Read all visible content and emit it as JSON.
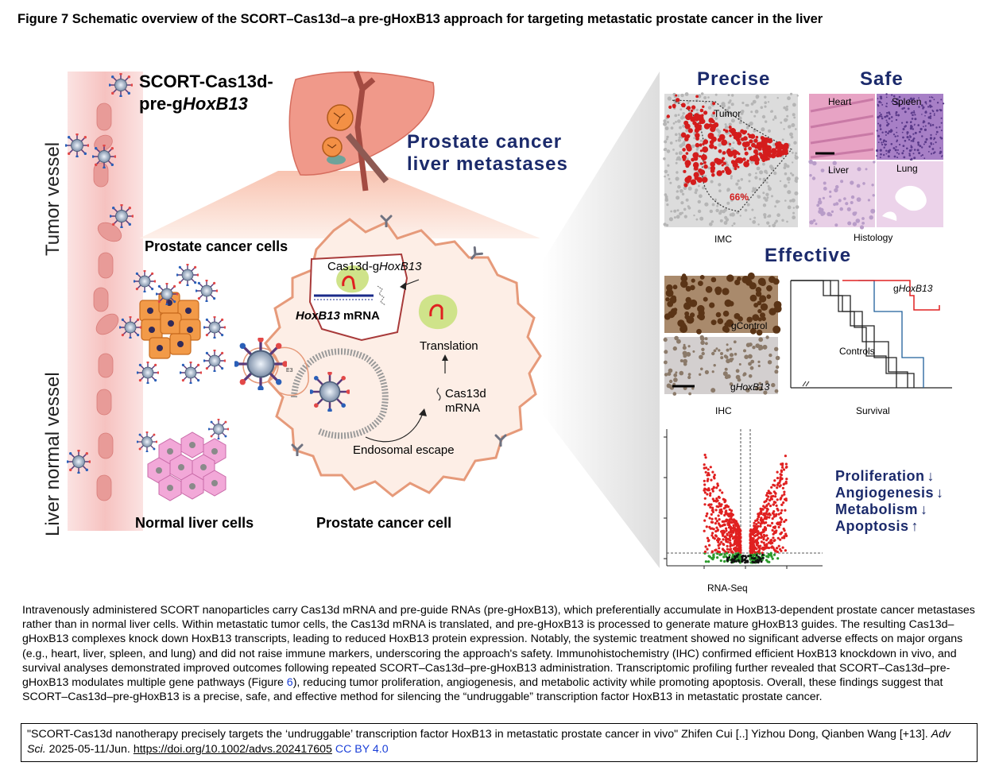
{
  "figure": {
    "title": "Figure 7 Schematic overview of the SCORT–Cas13d–a pre-gHoxB13 approach for targeting metastatic prostate cancer in the liver",
    "left": {
      "product_line1": "SCORT-Cas13d-",
      "product_line2_a": "pre-g",
      "product_line2_b": "HoxB13",
      "vessel_tumor": "Tumor vessel",
      "vessel_normal": "Liver normal vessel",
      "metastases_line1": "Prostate cancer",
      "metastases_line2": "liver metastases",
      "prostate_cells": "Prostate cancer cells",
      "normal_cells": "Normal liver cells",
      "prostate_cell": "Prostate cancer cell",
      "complex_a": "Cas13d-g",
      "complex_b": "HoxB13",
      "mrna_a": "HoxB13",
      "mrna_b": " mRNA",
      "translation": "Translation",
      "cas13d_line1": "Cas13d",
      "cas13d_line2": "mRNA",
      "endosomal": "Endosomal escape",
      "e3": "E3"
    },
    "right": {
      "precise": "Precise",
      "safe": "Safe",
      "effective": "Effective",
      "tumor": "Tumor",
      "pct": "66%",
      "imc": "IMC",
      "heart": "Heart",
      "spleen": "Spleen",
      "liver": "Liver",
      "lung": "Lung",
      "histology": "Histology",
      "gcontrol": "gControl",
      "ghox_a": "g",
      "ghox_b": "HoxB13",
      "ihc": "IHC",
      "controls": "Controls",
      "survival": "Survival",
      "rnaseq": "RNA-Seq",
      "effects": [
        {
          "label": "Proliferation",
          "arrow": "↓"
        },
        {
          "label": "Angiogenesis",
          "arrow": "↓"
        },
        {
          "label": "Metabolism",
          "arrow": "↓"
        },
        {
          "label": "Apoptosis",
          "arrow": "↑"
        }
      ]
    }
  },
  "caption": {
    "text_before": "Intravenously administered SCORT nanoparticles carry Cas13d mRNA and pre-guide RNAs (pre-gHoxB13), which preferentially accumulate in HoxB13-dependent prostate cancer metastases rather than in normal liver cells. Within metastatic tumor cells, the Cas13d mRNA is translated, and pre-gHoxB13 is processed to generate mature gHoxB13 guides. The resulting Cas13d–gHoxB13 complexes knock down HoxB13 transcripts, leading to reduced HoxB13 protein expression. Notably, the systemic treatment showed no significant adverse effects on major organs (e.g., heart, liver, spleen, and lung) and did not raise immune markers, underscoring the approach's safety. Immunohistochemistry (IHC) confirmed efficient HoxB13 knockdown in vivo, and survival analyses demonstrated improved outcomes following repeated SCORT–Cas13d–pre-gHoxB13 administration. Transcriptomic profiling further revealed that SCORT–Cas13d–pre-gHoxB13 modulates multiple gene pathways (Figure ",
    "link": "6",
    "text_after": "), reducing tumor proliferation, angiogenesis, and metabolic activity while promoting apoptosis. Overall, these findings suggest that SCORT–Cas13d–pre-gHoxB13 is a precise, safe, and effective method for silencing the “undruggable” transcription factor HoxB13 in metastatic prostate cancer."
  },
  "citation": {
    "text": "\"SCORT-Cas13d nanotherapy precisely targets the ‘undruggable’ transcription factor HoxB13 in metastatic prostate cancer in vivo\" Zhifen Cui [..] Yizhou Dong, Qianben Wang [+13]. ",
    "journal": "Adv Sci.",
    "date": " 2025-05-11/Jun. ",
    "doi": "https://doi.org/10.1002/advs.202417605",
    "license": "CC BY 4.0"
  },
  "colors": {
    "navy": "#1b2a6b",
    "red": "#e02020",
    "tumor_orange": "#f29a48",
    "normal_pink": "#f2a8d8",
    "vessel": "#f6c4c2",
    "liver": "#f0998a"
  }
}
